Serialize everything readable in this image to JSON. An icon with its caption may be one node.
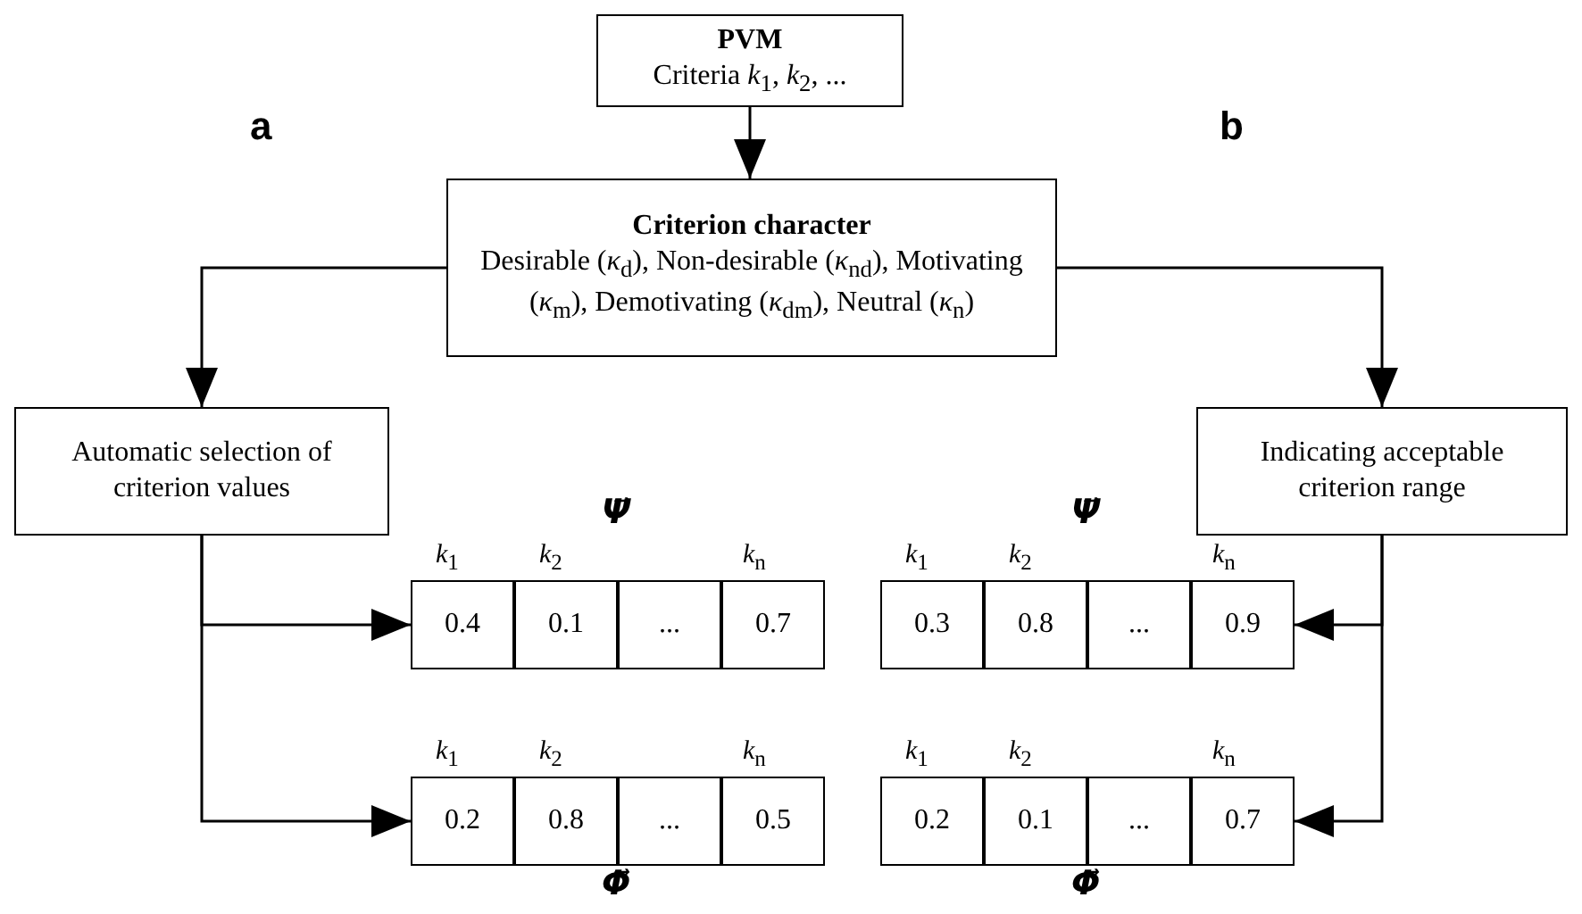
{
  "diagram": {
    "nodes": [
      {
        "text": [
          "PVM",
          "Criteria *k*$_{1}$, *k*$_{2}$, ..."
        ]
      },
      {
        "text": [
          "Criterion character",
          "Desirable (*κ*$_{d}$), Non-desirable (*κ*$_{nd}$), Motivating (*κ*$_{m}$), Demotivating (*κ*$_{dm}$), Neutral (*κ*$_{n}$)"
        ]
      },
      {
        "text": [
          "Automatic selection of criterion values"
        ]
      },
      {
        "text": [
          "Indicating acceptable criterion range"
        ]
      },
      {
        "text": [
          "0.4"
        ]
      },
      {
        "text": [
          "0.1"
        ]
      },
      {
        "text": [
          "..."
        ]
      },
      {
        "text": [
          "0.7"
        ]
      },
      {
        "text": [
          "0.2"
        ]
      },
      {
        "text": [
          "0.8"
        ]
      },
      {
        "text": [
          "..."
        ]
      },
      {
        "text": [
          "0.5"
        ]
      },
      {
        "text": [
          "0.3"
        ]
      },
      {
        "text": [
          "0.8"
        ]
      },
      {
        "text": [
          "..."
        ]
      },
      {
        "text": [
          "0.9"
        ]
      },
      {
        "text": [
          "0.2"
        ]
      },
      {
        "text": [
          "0.1"
        ]
      },
      {
        "text": [
          "..."
        ]
      },
      {
        "text": [
          "0.7"
        ]
      }
    ],
    "edges": [
      {
        "from": 0,
        "to": 1,
        "arrow": "to"
      },
      {
        "from": 1,
        "to": 2,
        "arrow": "to"
      },
      {
        "from": 1,
        "to": 3,
        "arrow": "to"
      },
      {
        "from": 2,
        "to": 4,
        "arrow": "to"
      },
      {
        "from": 2,
        "to": 8,
        "arrow": "to"
      },
      {
        "from": 3,
        "to": 15,
        "arrow": "to"
      },
      {
        "from": 3,
        "to": 19,
        "arrow": "to"
      }
    ],
    "labels": [
      "a",
      "b",
      "Ψ⃗",
      "Ψ⃗",
      "*k*$_{1}$",
      "*k*$_{2}$",
      "*k*$_{n}$",
      "*k*$_{1}$",
      "*k*$_{2}$",
      "*k*$_{n}$",
      "*k*$_{1}$",
      "*k*$_{2}$",
      "*k*$_{n}$",
      "*k*$_{1}$",
      "*k*$_{2}$",
      "*k*$_{n}$",
      "Φ⃗",
      "Φ⃗"
    ]
  }
}
